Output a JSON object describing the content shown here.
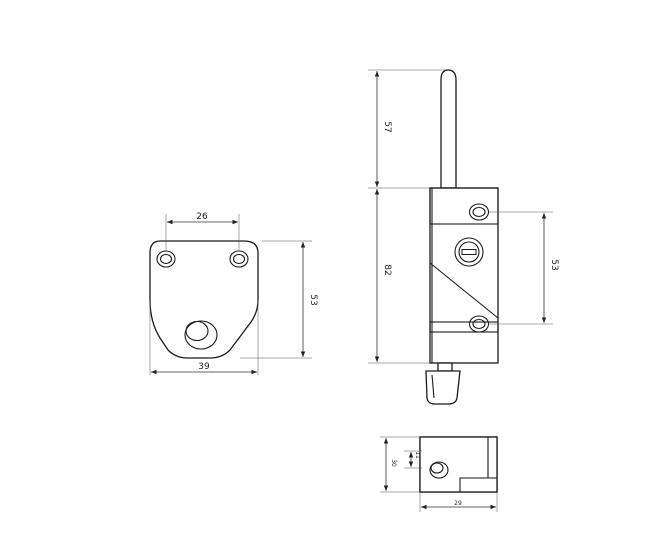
{
  "dimensions": {
    "plate_hole_spacing": "26",
    "plate_width": "39",
    "plate_height": "53",
    "bolt_extension": "57",
    "bolt_body_length": "82",
    "bolt_hole_spacing": "53",
    "keeper_height": "30",
    "keeper_slot": "11",
    "keeper_width": "29"
  },
  "colors": {
    "line": "#1a1a1a",
    "dimension": "#333333"
  }
}
